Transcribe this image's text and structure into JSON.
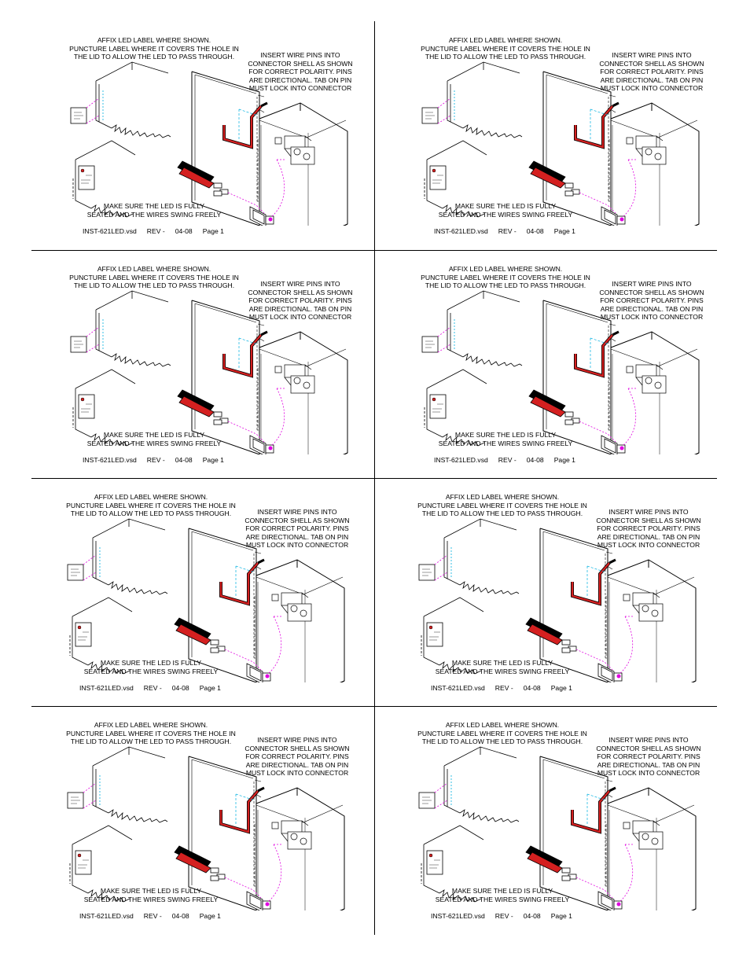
{
  "panels": [
    {
      "affix_text": [
        "AFFIX LED LABEL WHERE SHOWN.",
        "PUNCTURE LABEL WHERE IT COVERS THE HOLE IN",
        "THE LID TO ALLOW THE LED TO PASS THROUGH."
      ],
      "insert_text": [
        "INSERT WIRE PINS INTO",
        "CONNECTOR SHELL AS SHOWN",
        "FOR CORRECT POLARITY.  PINS",
        "ARE DIRECTIONAL.  TAB ON PIN",
        "MUST LOCK INTO CONNECTOR"
      ],
      "seated_text": [
        "MAKE SURE THE LED IS FULLY",
        "SEATED AND THE WIRES SWING FREELY"
      ],
      "footer": {
        "file": "INST-621LED.vsd",
        "rev": "REV -",
        "date": "04-08",
        "page": "Page 1"
      }
    },
    {
      "affix_text": [
        "AFFIX LED LABEL WHERE SHOWN.",
        "PUNCTURE LABEL WHERE IT COVERS THE HOLE IN",
        "THE LID TO ALLOW THE LED TO PASS THROUGH."
      ],
      "insert_text": [
        "INSERT WIRE PINS INTO",
        "CONNECTOR SHELL AS SHOWN",
        "FOR CORRECT POLARITY.  PINS",
        "ARE DIRECTIONAL.  TAB ON PIN",
        "MUST LOCK INTO CONNECTOR"
      ],
      "seated_text": [
        "MAKE SURE THE LED IS FULLY",
        "SEATED AND THE WIRES SWING FREELY"
      ],
      "footer": {
        "file": "INST-621LED.vsd",
        "rev": "REV -",
        "date": "04-08",
        "page": "Page 1"
      }
    },
    {
      "affix_text": [
        "AFFIX LED LABEL WHERE SHOWN.",
        "PUNCTURE LABEL WHERE IT COVERS THE HOLE IN",
        "THE LID TO ALLOW THE LED TO PASS THROUGH."
      ],
      "insert_text": [
        "INSERT WIRE PINS INTO",
        "CONNECTOR SHELL AS SHOWN",
        "FOR CORRECT POLARITY.  PINS",
        "ARE DIRECTIONAL.  TAB ON PIN",
        "MUST LOCK INTO CONNECTOR"
      ],
      "seated_text": [
        "MAKE SURE THE LED IS FULLY",
        "SEATED AND THE WIRES SWING FREELY"
      ],
      "footer": {
        "file": "INST-621LED.vsd",
        "rev": "REV -",
        "date": "04-08",
        "page": "Page 1"
      }
    },
    {
      "affix_text": [
        "AFFIX LED LABEL WHERE SHOWN.",
        "PUNCTURE LABEL WHERE IT COVERS THE HOLE IN",
        "THE LID TO ALLOW THE LED TO PASS THROUGH."
      ],
      "insert_text": [
        "INSERT WIRE PINS INTO",
        "CONNECTOR SHELL AS SHOWN",
        "FOR CORRECT POLARITY.  PINS",
        "ARE DIRECTIONAL.  TAB ON PIN",
        "MUST LOCK INTO CONNECTOR"
      ],
      "seated_text": [
        "MAKE SURE THE LED IS FULLY",
        "SEATED AND THE WIRES SWING FREELY"
      ],
      "footer": {
        "file": "INST-621LED.vsd",
        "rev": "REV -",
        "date": "04-08",
        "page": "Page 1"
      }
    },
    {
      "affix_text": [
        "AFFIX LED LABEL WHERE SHOWN.",
        "PUNCTURE LABEL WHERE IT COVERS THE HOLE IN",
        "THE LID TO ALLOW THE LED TO PASS THROUGH."
      ],
      "insert_text": [
        "INSERT WIRE PINS INTO",
        "CONNECTOR SHELL AS SHOWN",
        "FOR CORRECT POLARITY.  PINS",
        "ARE DIRECTIONAL.  TAB ON PIN",
        "MUST LOCK INTO CONNECTOR"
      ],
      "seated_text": [
        "MAKE SURE THE LED IS FULLY",
        "SEATED AND THE WIRES SWING FREELY"
      ],
      "footer": {
        "file": "INST-621LED.vsd",
        "rev": "REV -",
        "date": "04-08",
        "page": "Page 1"
      }
    },
    {
      "affix_text": [
        "AFFIX LED LABEL WHERE SHOWN.",
        "PUNCTURE LABEL WHERE IT COVERS THE HOLE IN",
        "THE LID TO ALLOW THE LED TO PASS THROUGH."
      ],
      "insert_text": [
        "INSERT WIRE PINS INTO",
        "CONNECTOR SHELL AS SHOWN",
        "FOR CORRECT POLARITY.  PINS",
        "ARE DIRECTIONAL.  TAB ON PIN",
        "MUST LOCK INTO CONNECTOR"
      ],
      "seated_text": [
        "MAKE SURE THE LED IS FULLY",
        "SEATED AND THE WIRES SWING FREELY"
      ],
      "footer": {
        "file": "INST-621LED.vsd",
        "rev": "REV -",
        "date": "04-08",
        "page": "Page 1"
      }
    },
    {
      "affix_text": [
        "AFFIX LED LABEL WHERE SHOWN.",
        "PUNCTURE LABEL WHERE IT COVERS THE HOLE IN",
        "THE LID TO ALLOW THE LED TO PASS THROUGH."
      ],
      "insert_text": [
        "INSERT WIRE PINS INTO",
        "CONNECTOR SHELL AS SHOWN",
        "FOR CORRECT POLARITY.  PINS",
        "ARE DIRECTIONAL.  TAB ON PIN",
        "MUST LOCK INTO CONNECTOR"
      ],
      "seated_text": [
        "MAKE SURE THE LED IS FULLY",
        "SEATED AND THE WIRES SWING FREELY"
      ],
      "footer": {
        "file": "INST-621LED.vsd",
        "rev": "REV -",
        "date": "04-08",
        "page": "Page 1"
      }
    },
    {
      "affix_text": [
        "AFFIX LED LABEL WHERE SHOWN.",
        "PUNCTURE LABEL WHERE IT COVERS THE HOLE IN",
        "THE LID TO ALLOW THE LED TO PASS THROUGH."
      ],
      "insert_text": [
        "INSERT WIRE PINS INTO",
        "CONNECTOR SHELL AS SHOWN",
        "FOR CORRECT POLARITY.  PINS",
        "ARE DIRECTIONAL.  TAB ON PIN",
        "MUST LOCK INTO CONNECTOR"
      ],
      "seated_text": [
        "MAKE SURE THE LED IS FULLY",
        "SEATED AND THE WIRES SWING FREELY"
      ],
      "footer": {
        "file": "INST-621LED.vsd",
        "rev": "REV -",
        "date": "04-08",
        "page": "Page 1"
      }
    }
  ],
  "colors": {
    "wire_red": "#d42020",
    "guide_magenta": "#e000e0",
    "guide_cyan": "#00b0e0",
    "line": "#000000"
  }
}
